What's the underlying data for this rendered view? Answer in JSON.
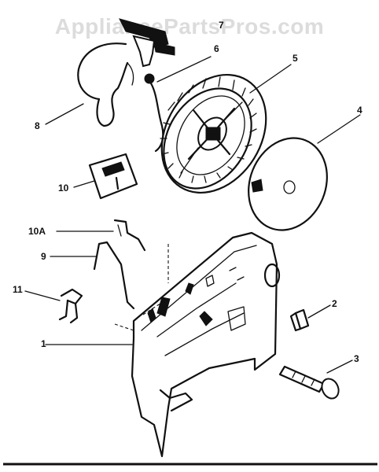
{
  "watermark": "AppliancePartsPros.com",
  "callouts": {
    "c1": "1",
    "c2": "2",
    "c3": "3",
    "c4": "4",
    "c5": "5",
    "c6": "6",
    "c7": "7",
    "c8": "8",
    "c9": "9",
    "c10": "10",
    "c10a": "10A",
    "c11": "11"
  }
}
